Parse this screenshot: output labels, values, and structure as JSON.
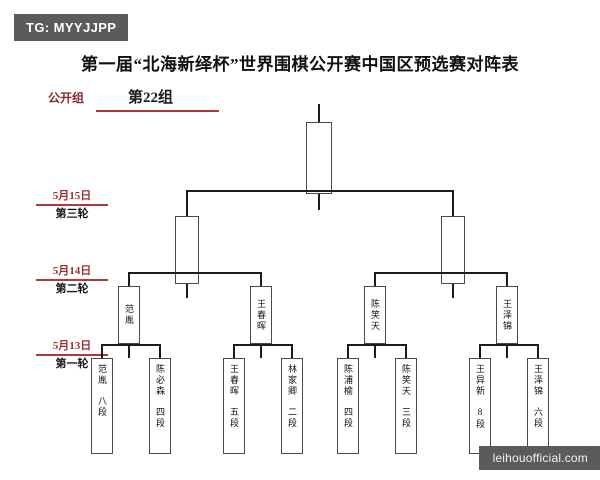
{
  "watermarks": {
    "tag": "TG: MYYJJPP",
    "site": "leihouofficial.com"
  },
  "header": {
    "title": "第一届“北海新绎杯”世界围棋公开赛中国区预选赛对阵表",
    "group_label": "公开组",
    "group_value": "第22组"
  },
  "rounds": [
    {
      "id": "round3",
      "date": "5月15日",
      "name": "第三轮"
    },
    {
      "id": "round2",
      "date": "5月14日",
      "name": "第二轮"
    },
    {
      "id": "round1",
      "date": "5月13日",
      "name": "第一轮"
    }
  ],
  "bracket": {
    "round1": [
      {
        "player": "范胤",
        "rank": "八段"
      },
      {
        "player": "陈必森",
        "rank": "四段"
      },
      {
        "player": "王春晖",
        "rank": "五段"
      },
      {
        "player": "林家卿",
        "rank": "二段"
      },
      {
        "player": "陈浦榆",
        "rank": "四段"
      },
      {
        "player": "陈笑天",
        "rank": "三段"
      },
      {
        "player": "王异新",
        "rank": "8段"
      },
      {
        "player": "王泽锦",
        "rank": "六段"
      }
    ],
    "round2": [
      {
        "player": "范胤"
      },
      {
        "player": "王春晖"
      },
      {
        "player": "陈笑天"
      },
      {
        "player": "王泽锦"
      }
    ],
    "round3": [
      {
        "player": ""
      },
      {
        "player": ""
      }
    ],
    "final": [
      {
        "player": ""
      }
    ]
  },
  "colors": {
    "accent_red": "#b03a3a",
    "label_red": "#9a3030",
    "line": "#1c1c1c",
    "watermark_bg": "#5b5b5b"
  }
}
